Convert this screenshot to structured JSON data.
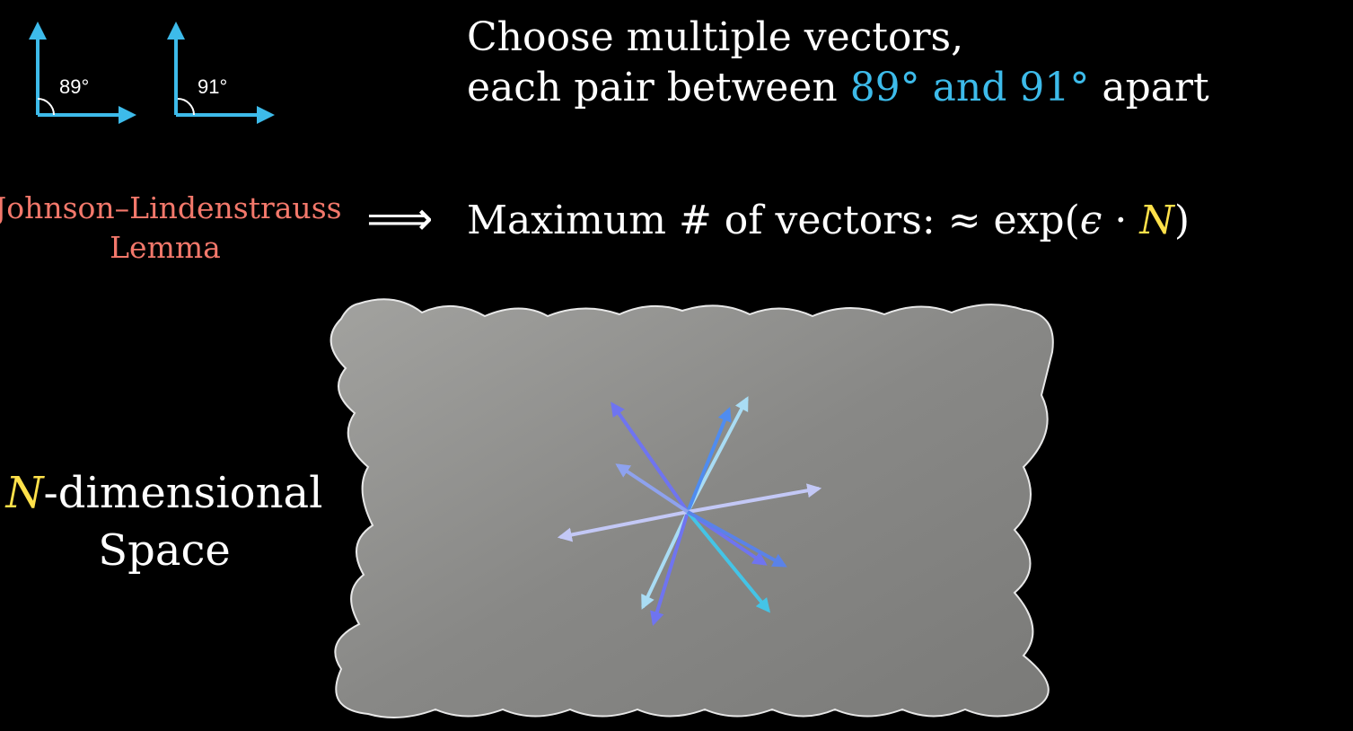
{
  "heading": {
    "line1": "Choose multiple vectors,",
    "line2_prefix": "each pair between ",
    "line2_highlight": "89° and 91°",
    "line2_suffix": " apart"
  },
  "angles": {
    "left": "89°",
    "right": "91°"
  },
  "lemma": {
    "line1": "Johnson–Lindenstrauss",
    "line2": "Lemma"
  },
  "implies_symbol": "⟹",
  "max_vectors": {
    "prefix": "Maximum # of vectors: ≈ exp(",
    "epsilon": "ϵ",
    "dot": " · ",
    "n": "N",
    "suffix": ")"
  },
  "space_label": {
    "n": "N",
    "rest": "-dimensional",
    "line2": "Space"
  },
  "colors": {
    "background": "#000000",
    "accent_blue": "#3dbbea",
    "lemma_red": "#f3786b",
    "yellow_n": "#ffe14a",
    "cloud_fill": "#8a8a88",
    "cloud_stroke": "#e8e8e8"
  }
}
